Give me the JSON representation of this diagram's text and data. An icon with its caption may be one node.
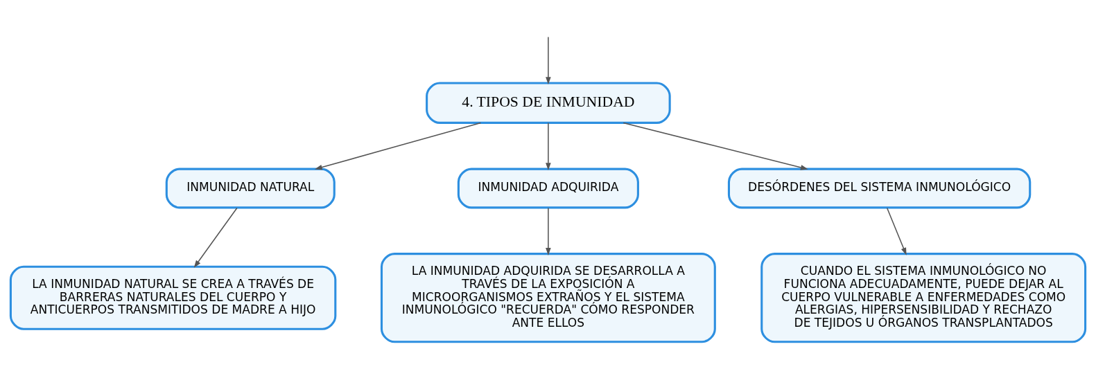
{
  "diagram": {
    "nodes": [
      {
        "text": [
          "4. TIPOS DE INMUNIDAD"
        ]
      },
      {
        "text": [
          "INMUNIDAD NATURAL"
        ]
      },
      {
        "text": [
          "INMUNIDAD ADQUIRIDA"
        ]
      },
      {
        "text": [
          "DESÓRDENES DEL SISTEMA INMUNOLÓGICO"
        ]
      },
      {
        "text": [
          "LA INMUNIDAD NATURAL SE CREA A TRAVÉS DE BARRERAS NATURALES DEL CUERPO Y ANTICUERPOS TRANSMITIDOS DE MADRE A HIJO"
        ]
      },
      {
        "text": [
          "LA INMUNIDAD ADQUIRIDA SE DESARROLLA A TRAVÉS DE LA EXPOSICIÓN A MICROORGANISMOS EXTRAÑOS Y EL SISTEMA INMUNOLÓGICO \"RECUERDA\" CÓMO RESPONDER ANTE ELLOS"
        ]
      },
      {
        "text": [
          "CUANDO EL SISTEMA INMUNOLÓGICO NO FUNCIONA ADECUADAMENTE, PUEDE DEJAR AL CUERPO VULNERABLE A ENFERMEDADES COMO ALERGIAS, HIPERSENSIBILIDAD Y RECHAZO DE TEJIDOS U ÓRGANOS TRANSPLANTADOS"
        ]
      }
    ],
    "edges": [
      {
        "from": null,
        "to": 0,
        "arrow": "to"
      },
      {
        "from": 0,
        "to": 1,
        "arrow": "to"
      },
      {
        "from": 0,
        "to": 2,
        "arrow": "to"
      },
      {
        "from": 0,
        "to": 3,
        "arrow": "to"
      },
      {
        "from": 1,
        "to": 4,
        "arrow": "to"
      },
      {
        "from": 2,
        "to": 5,
        "arrow": "to"
      },
      {
        "from": 3,
        "to": 6,
        "arrow": "to"
      }
    ]
  }
}
